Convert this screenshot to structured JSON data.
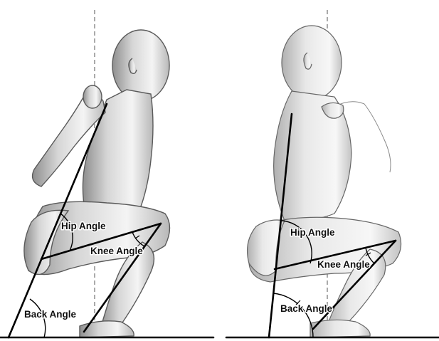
{
  "panels": [
    {
      "id": "left",
      "labels": {
        "hip_angle": "Hip Angle",
        "knee_angle": "Knee Angle",
        "back_angle": "Back Angle"
      }
    },
    {
      "id": "right",
      "labels": {
        "hip_angle": "Hip Angle",
        "knee_angle": "Knee Angle",
        "back_angle": "Back Angle"
      }
    }
  ],
  "colors": {
    "line": "#000000",
    "reference_line": "#7d7d7d",
    "figure_light": "#f2f2f2",
    "figure_shadow": "#9a9a9a",
    "background": "#ffffff"
  }
}
